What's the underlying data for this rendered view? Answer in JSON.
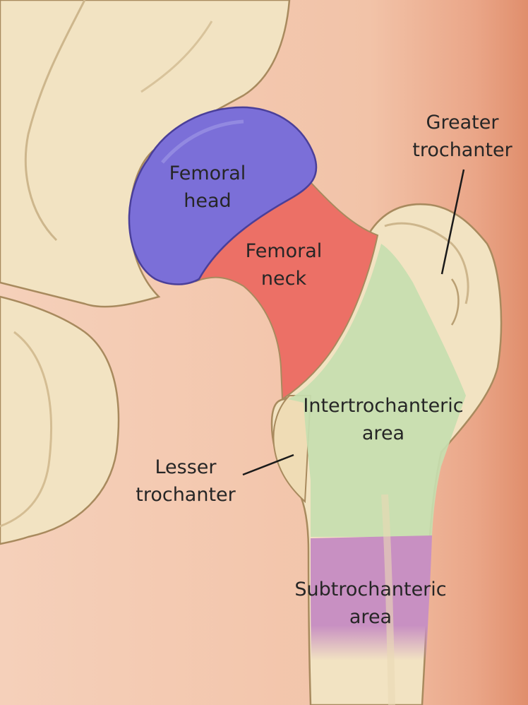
{
  "labels": {
    "femoral_head": [
      "Femoral",
      "head"
    ],
    "femoral_neck": [
      "Femoral",
      "neck"
    ],
    "greater_trochanter": [
      "Greater",
      "trochanter"
    ],
    "intertrochanteric_area": [
      "Intertrochanteric",
      "area"
    ],
    "lesser_trochanter": [
      "Lesser",
      "trochanter"
    ],
    "subtrochanteric_area": [
      "Subtrochanteric",
      "area"
    ]
  },
  "colors": {
    "background": "#f3c9b0",
    "background_edge": "#e29878",
    "bone": "#f2e3c2",
    "bone_outline": "#a88a5e",
    "femoral_head": "#7b6fd8",
    "femoral_neck": "#ec7066",
    "intertrochanteric_area": "#c7deb0",
    "subtrochanteric_area": "#c890c2",
    "leader_line": "#1a1a1a"
  }
}
